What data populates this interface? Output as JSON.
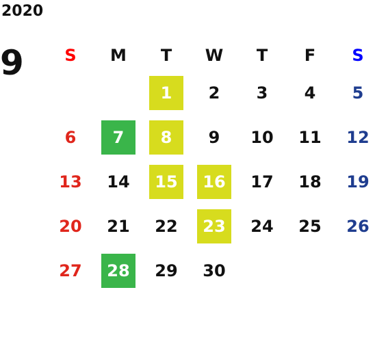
{
  "calendar": {
    "year": "2020",
    "month": "9",
    "weekdays": [
      "S",
      "M",
      "T",
      "W",
      "T",
      "F",
      "S"
    ],
    "leading_blanks": 2,
    "days": [
      {
        "label": "1",
        "highlight": "yellow"
      },
      {
        "label": "2",
        "highlight": ""
      },
      {
        "label": "3",
        "highlight": ""
      },
      {
        "label": "4",
        "highlight": ""
      },
      {
        "label": "5",
        "highlight": ""
      },
      {
        "label": "6",
        "highlight": ""
      },
      {
        "label": "7",
        "highlight": "green"
      },
      {
        "label": "8",
        "highlight": "yellow"
      },
      {
        "label": "9",
        "highlight": ""
      },
      {
        "label": "10",
        "highlight": ""
      },
      {
        "label": "11",
        "highlight": ""
      },
      {
        "label": "12",
        "highlight": ""
      },
      {
        "label": "13",
        "highlight": ""
      },
      {
        "label": "14",
        "highlight": ""
      },
      {
        "label": "15",
        "highlight": "yellow"
      },
      {
        "label": "16",
        "highlight": "yellow"
      },
      {
        "label": "17",
        "highlight": ""
      },
      {
        "label": "18",
        "highlight": ""
      },
      {
        "label": "19",
        "highlight": ""
      },
      {
        "label": "20",
        "highlight": ""
      },
      {
        "label": "21",
        "highlight": ""
      },
      {
        "label": "22",
        "highlight": ""
      },
      {
        "label": "23",
        "highlight": "yellow"
      },
      {
        "label": "24",
        "highlight": ""
      },
      {
        "label": "25",
        "highlight": ""
      },
      {
        "label": "26",
        "highlight": ""
      },
      {
        "label": "27",
        "highlight": ""
      },
      {
        "label": "28",
        "highlight": "green"
      },
      {
        "label": "29",
        "highlight": ""
      },
      {
        "label": "30",
        "highlight": ""
      }
    ]
  },
  "colors": {
    "highlight_yellow": "#d7dc1e",
    "highlight_green": "#3ab54a",
    "sunday": "#e0261c",
    "saturday": "#1f3d8f"
  }
}
